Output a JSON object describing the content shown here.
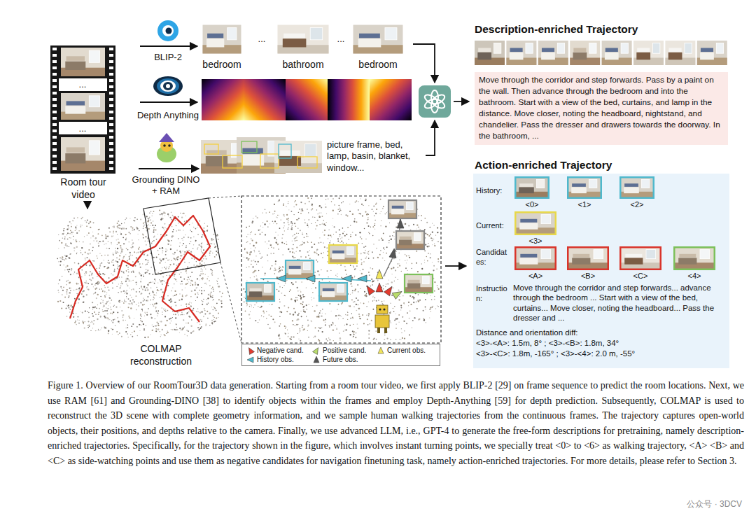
{
  "diagram": {
    "caption": "Figure 1. Overview of our RoomTour3D data generation. Starting from a room tour video, we first apply BLIP-2 [29] on frame sequence to predict the room locations. Next, we use RAM [61] and Grounding-DINO [38] to identify objects within the frames and employ Depth-Anything [59] for depth prediction. Subsequently, COLMAP is used to reconstruct the 3D scene with complete geometry information, and we sample human walking trajectories from the continuous frames. The trajectory captures open-world objects, their positions, and depths relative to the camera. Finally, we use advanced LLM, i.e., GPT-4 to generate the free-form descriptions for pretraining, namely description-enriched trajectories. Specifically, for the trajectory shown in the figure, which involves instant turning points, we specially treat <0> to <6> as walking trajectory, <A> <B> and <C> as side-watching points and use them as negative candidates for navigation finetuning task, namely action-enriched trajectories. For more details, please refer to Section 3.",
    "nodes": [
      {
        "text": [
          "Room tour video"
        ]
      },
      {
        "text": [
          "BLIP-2"
        ]
      },
      {
        "text": [
          "Depth Anything"
        ]
      },
      {
        "text": [
          "Grounding DINO + RAM"
        ]
      },
      {
        "text": [
          "bedroom"
        ]
      },
      {
        "text": [
          "bathroom"
        ]
      },
      {
        "text": [
          "bedroom"
        ]
      },
      {
        "text": [
          "picture frame, bed, lamp, basin, blanket, window..."
        ]
      },
      {
        "text": [
          "COLMAP reconstruction"
        ]
      },
      {
        "text": [
          "Description-enriched Trajectory",
          "Move through the corridor and step forwards. Pass by a paint on the wall. Then advance through the bedroom and into the bathroom. Start with a view of the bed, curtains, and lamp in the distance. Move closer, noting the headboard, nightstand, and chandelier. Pass the dresser and drawers towards the doorway. In the bathroom, ..."
        ]
      },
      {
        "text": [
          "Action-enriched Trajectory",
          "History:",
          "Current:",
          "Candidates:",
          "Instruction:",
          "Move through the corridor and step forwards... advance through the bedroom ... Start with a view of the bed, curtains... Move closer, noting the headboard... Pass the dresser and ...",
          "Distance and orientation diff:",
          "<3>-<A>: 1.5m, 8° ; <3>-<B>: 1.8m, 34°",
          "<3>-<C>: 1.8m, -165° ; <3>-<4>: 2.0 m, -55°"
        ]
      },
      {
        "text": [
          "<0>"
        ],
        "in": 10
      },
      {
        "text": [
          "<1>"
        ],
        "in": 10
      },
      {
        "text": [
          "<2>"
        ],
        "in": 10
      },
      {
        "text": [
          "<3>"
        ],
        "in": 10
      },
      {
        "text": [
          "<A>"
        ],
        "in": 10
      },
      {
        "text": [
          "<B>"
        ],
        "in": 10
      },
      {
        "text": [
          "<C>"
        ],
        "in": 10
      },
      {
        "text": [
          "<4>"
        ],
        "in": 10
      }
    ],
    "edges": [
      {
        "from": 0,
        "to": 8,
        "arrow": "to"
      }
    ],
    "labels": [
      "...",
      "...",
      "...",
      "...",
      "公众号 · 3DCV"
    ],
    "legend": [
      {
        "text": "Negative cand.",
        "color": "#e23b2e"
      },
      {
        "text": "Positive cand.",
        "color": "#b9dc6c"
      },
      {
        "text": "Current obs.",
        "color": "#f2e55c"
      },
      {
        "text": "History obs.",
        "color": "#4fb8cc"
      },
      {
        "text": "Future obs.",
        "color": "#555555"
      }
    ]
  }
}
